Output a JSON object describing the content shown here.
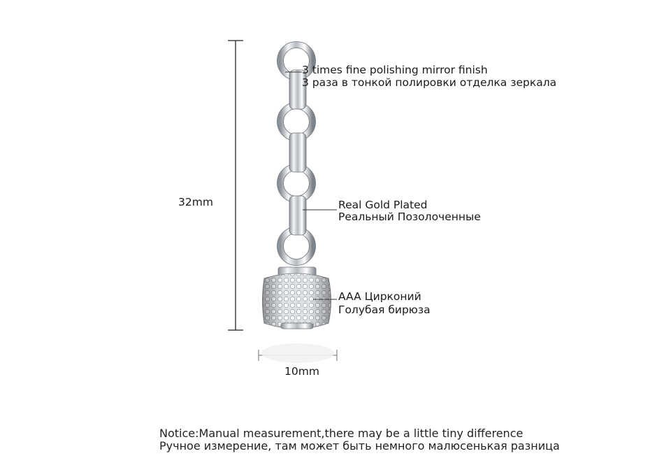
{
  "product": {
    "dimensions": {
      "height_label": "32mm",
      "width_label": "10mm"
    },
    "annotations": [
      {
        "en": "3 times fine polishing mirror finish",
        "ru": "3 раза в тонкой полировки отделка зеркала"
      },
      {
        "en": "Real Gold Plated",
        "ru": "Реальный Позолоченные"
      },
      {
        "en": "AAA Цирконий",
        "ru": "Голубая бирюза"
      }
    ],
    "notice": {
      "en": "Notice:Manual measurement,there may be a little tiny difference",
      "ru": "Ручное измерение, там может быть немного малюсенькая разница"
    }
  },
  "colors": {
    "silver": "#c9ccd1",
    "silver_dark": "#8a8f96",
    "line": "#222222"
  }
}
